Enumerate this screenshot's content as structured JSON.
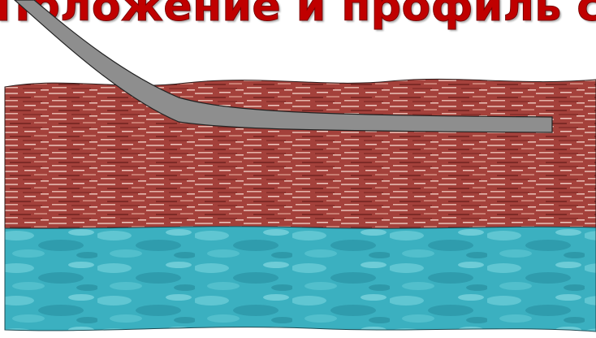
{
  "slide": {
    "title": "Положение и профиль ств"
  },
  "diagram": {
    "layers": [
      {
        "name": "upper-rock-layer",
        "color": "#a3413b"
      },
      {
        "name": "lower-water-layer",
        "color": "#3fb3c2"
      }
    ],
    "well": {
      "color": "#8e8e8e",
      "outline": "#222222"
    }
  }
}
